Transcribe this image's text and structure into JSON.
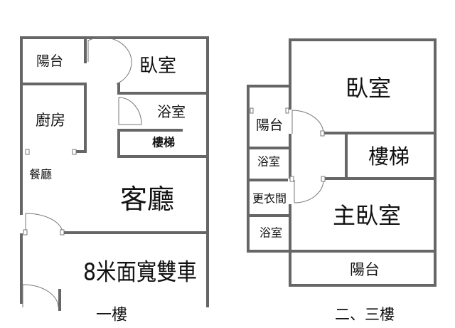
{
  "floor1": {
    "title": "一樓",
    "rooms": {
      "balcony": "陽台",
      "bedroom": "臥室",
      "kitchen": "廚房",
      "bathroom": "浴室",
      "stairs": "樓梯",
      "dining": "餐廳",
      "living": "客廳",
      "garage": "8米面寬雙車"
    }
  },
  "floor23": {
    "title": "二、三樓",
    "rooms": {
      "bedroom": "臥室",
      "balcony_side": "陽台",
      "bathroom_1": "浴室",
      "closet": "更衣間",
      "bathroom_2": "浴室",
      "stairs": "樓梯",
      "master_bedroom": "主臥室",
      "balcony_front": "陽台"
    }
  },
  "colors": {
    "wall": "#666666",
    "text": "#111111"
  }
}
